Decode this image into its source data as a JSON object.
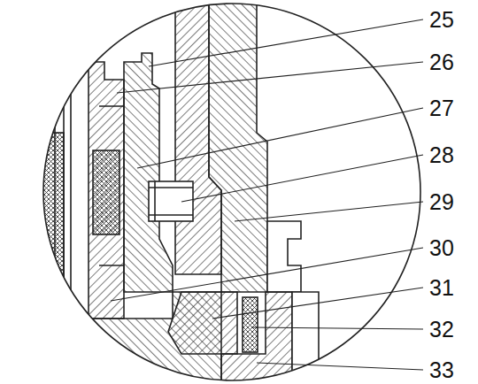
{
  "diagram": {
    "labels": [
      "25",
      "26",
      "27",
      "28",
      "29",
      "30",
      "31",
      "32",
      "33"
    ]
  }
}
